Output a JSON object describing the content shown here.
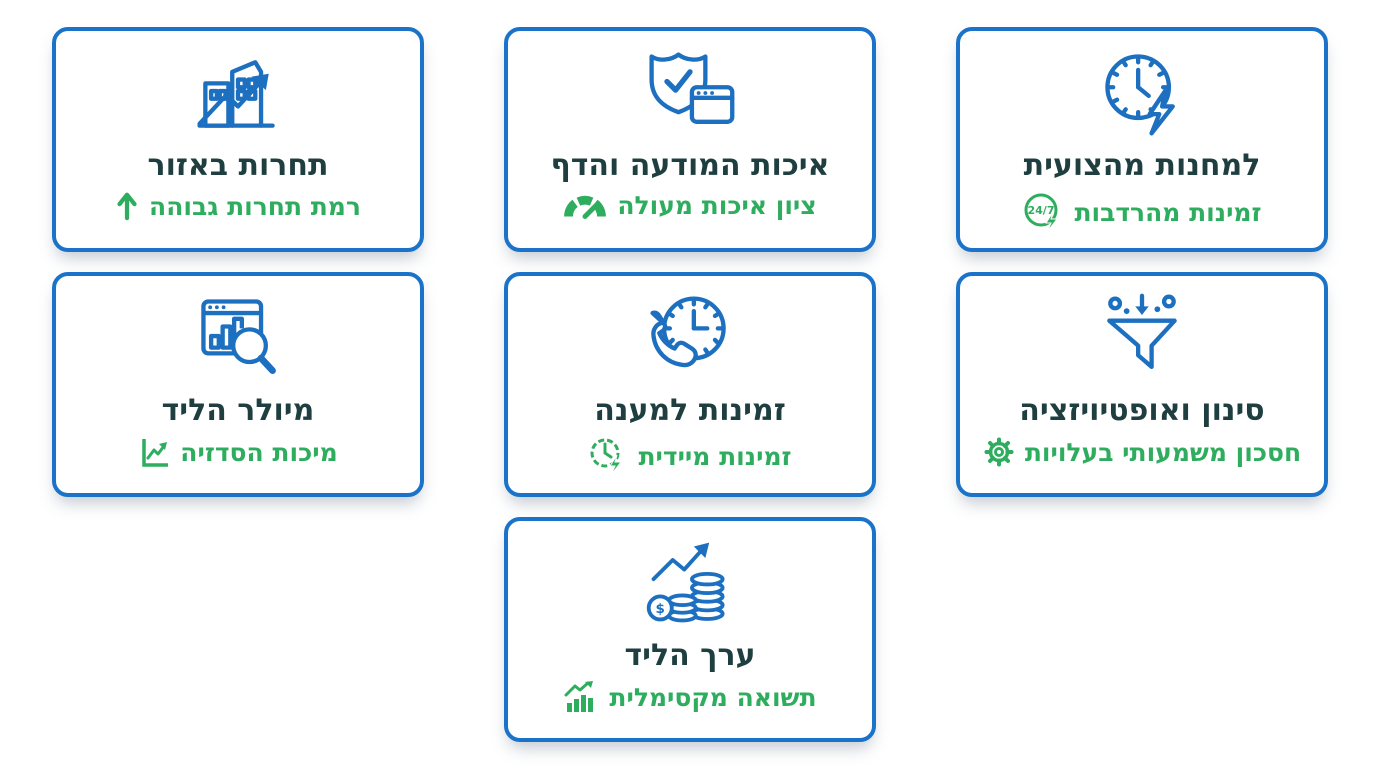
{
  "theme": {
    "card_border_color": "#1a73c8",
    "icon_blue": "#1d6fc0",
    "title_color": "#1f3e40",
    "accent_green": "#2fad5f",
    "background": "#ffffff"
  },
  "cards": [
    {
      "title": "תחרות באזור",
      "subtitle": "רמת תחרות גבוהה",
      "icon": "buildings-growth-chart-icon",
      "subtitle_icon": "up-arrow-icon"
    },
    {
      "title": "איכות המודעה והדף",
      "subtitle": "ציון איכות מעולה",
      "icon": "shield-check-browser-icon",
      "subtitle_icon": "gauge-icon"
    },
    {
      "title": "למחנות מהצועית",
      "subtitle": "זמינות מהרדבות",
      "icon": "clock-lightning-icon",
      "subtitle_icon": "badge-24-7-lightning-icon",
      "badge_text": "24/7"
    },
    {
      "title": "מיולר הליד",
      "subtitle": "מיכות הסדזיה",
      "icon": "browser-chart-magnifier-icon",
      "subtitle_icon": "line-chart-box-icon"
    },
    {
      "title": "זמינות למענה",
      "subtitle": "זמינות מיידית",
      "icon": "phone-clock-icon",
      "subtitle_icon": "clock-lightning-small-icon"
    },
    {
      "title": "סינון ואופטיויזציה",
      "subtitle": "חסכון משמעותי בעלויות",
      "icon": "funnel-icon",
      "subtitle_icon": "gear-icon"
    },
    {
      "title": "ערך הליד",
      "subtitle": "תשואה מקסימלית",
      "icon": "coins-growth-arrow-icon",
      "subtitle_icon": "bar-chart-arrow-icon",
      "coin_symbol": "$"
    }
  ]
}
